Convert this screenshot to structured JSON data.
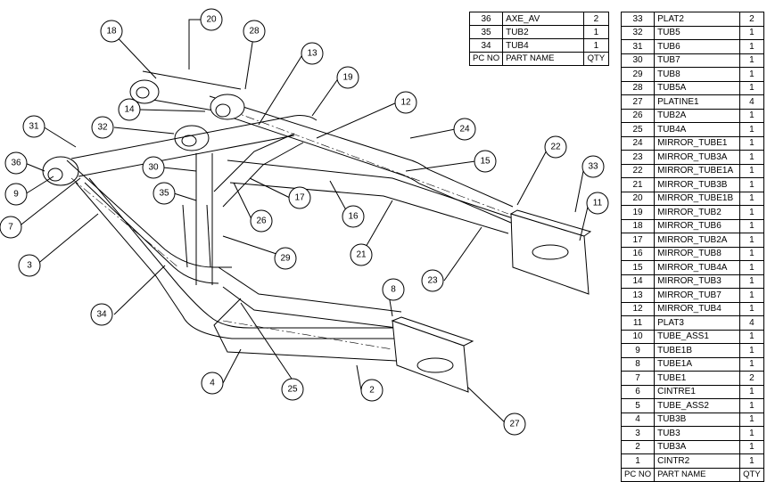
{
  "bom_left": {
    "rows": [
      {
        "no": "36",
        "name": "AXE_AV",
        "qty": "2"
      },
      {
        "no": "35",
        "name": "TUB2",
        "qty": "1"
      },
      {
        "no": "34",
        "name": "TUB4",
        "qty": "1"
      }
    ],
    "header": {
      "no": "PC NO",
      "name": "PART NAME",
      "qty": "QTY"
    }
  },
  "bom_right": {
    "rows": [
      {
        "no": "33",
        "name": "PLAT2",
        "qty": "2"
      },
      {
        "no": "32",
        "name": "TUB5",
        "qty": "1"
      },
      {
        "no": "31",
        "name": "TUB6",
        "qty": "1"
      },
      {
        "no": "30",
        "name": "TUB7",
        "qty": "1"
      },
      {
        "no": "29",
        "name": "TUB8",
        "qty": "1"
      },
      {
        "no": "28",
        "name": "TUB5A",
        "qty": "1"
      },
      {
        "no": "27",
        "name": "PLATINE1",
        "qty": "4"
      },
      {
        "no": "26",
        "name": "TUB2A",
        "qty": "1"
      },
      {
        "no": "25",
        "name": "TUB4A",
        "qty": "1"
      },
      {
        "no": "24",
        "name": "MIRROR_TUBE1",
        "qty": "1"
      },
      {
        "no": "23",
        "name": "MIRROR_TUB3A",
        "qty": "1"
      },
      {
        "no": "22",
        "name": "MIRROR_TUBE1A",
        "qty": "1"
      },
      {
        "no": "21",
        "name": "MIRROR_TUB3B",
        "qty": "1"
      },
      {
        "no": "20",
        "name": "MIRROR_TUBE1B",
        "qty": "1"
      },
      {
        "no": "19",
        "name": "MIRROR_TUB2",
        "qty": "1"
      },
      {
        "no": "18",
        "name": "MIRROR_TUB6",
        "qty": "1"
      },
      {
        "no": "17",
        "name": "MIRROR_TUB2A",
        "qty": "1"
      },
      {
        "no": "16",
        "name": "MIRROR_TUB8",
        "qty": "1"
      },
      {
        "no": "15",
        "name": "MIRROR_TUB4A",
        "qty": "1"
      },
      {
        "no": "14",
        "name": "MIRROR_TUB3",
        "qty": "1"
      },
      {
        "no": "13",
        "name": "MIRROR_TUB7",
        "qty": "1"
      },
      {
        "no": "12",
        "name": "MIRROR_TUB4",
        "qty": "1"
      },
      {
        "no": "11",
        "name": "PLAT3",
        "qty": "4"
      },
      {
        "no": "10",
        "name": "TUBE_ASS1",
        "qty": "1"
      },
      {
        "no": "9",
        "name": "TUBE1B",
        "qty": "1"
      },
      {
        "no": "8",
        "name": "TUBE1A",
        "qty": "1"
      },
      {
        "no": "7",
        "name": "TUBE1",
        "qty": "2"
      },
      {
        "no": "6",
        "name": "CINTRE1",
        "qty": "1"
      },
      {
        "no": "5",
        "name": "TUBE_ASS2",
        "qty": "1"
      },
      {
        "no": "4",
        "name": "TUB3B",
        "qty": "1"
      },
      {
        "no": "3",
        "name": "TUB3",
        "qty": "1"
      },
      {
        "no": "2",
        "name": "TUB3A",
        "qty": "1"
      },
      {
        "no": "1",
        "name": "CINTR2",
        "qty": "1"
      }
    ],
    "header": {
      "no": "PC NO",
      "name": "PART NAME",
      "qty": "QTY"
    }
  },
  "balloons": [
    "20",
    "18",
    "28",
    "13",
    "19",
    "12",
    "14",
    "31",
    "32",
    "36",
    "9",
    "7",
    "3",
    "30",
    "35",
    "17",
    "26",
    "16",
    "15",
    "24",
    "22",
    "33",
    "11",
    "21",
    "23",
    "29",
    "34",
    "8",
    "4",
    "25",
    "2",
    "27"
  ]
}
